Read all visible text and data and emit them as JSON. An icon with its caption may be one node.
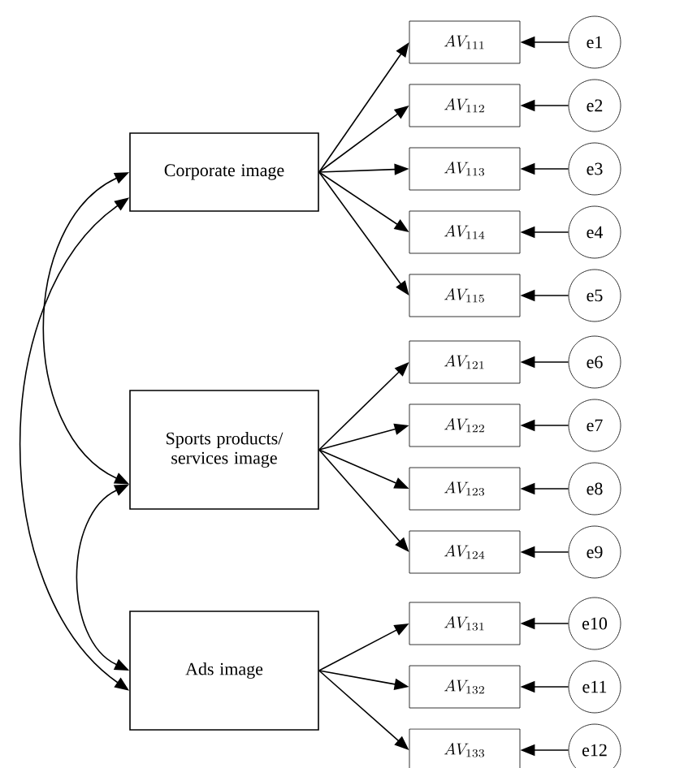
{
  "diagram": {
    "nodes": [
      {
        "text": [
          "Corporate image"
        ]
      },
      {
        "text": [
          "Sports products/ services image"
        ]
      },
      {
        "text": [
          "Ads image"
        ]
      },
      {
        "text": [
          "AV_{111}"
        ]
      },
      {
        "text": [
          "AV_{112}"
        ]
      },
      {
        "text": [
          "AV_{113}"
        ]
      },
      {
        "text": [
          "AV_{114}"
        ]
      },
      {
        "text": [
          "AV_{115}"
        ]
      },
      {
        "text": [
          "AV_{121}"
        ]
      },
      {
        "text": [
          "AV_{122}"
        ]
      },
      {
        "text": [
          "AV_{123}"
        ]
      },
      {
        "text": [
          "AV_{124}"
        ]
      },
      {
        "text": [
          "AV_{131}"
        ]
      },
      {
        "text": [
          "AV_{132}"
        ]
      },
      {
        "text": [
          "AV_{133}"
        ]
      },
      {
        "text": [
          "e1"
        ]
      },
      {
        "text": [
          "e2"
        ]
      },
      {
        "text": [
          "e3"
        ]
      },
      {
        "text": [
          "e4"
        ]
      },
      {
        "text": [
          "e5"
        ]
      },
      {
        "text": [
          "e6"
        ]
      },
      {
        "text": [
          "e7"
        ]
      },
      {
        "text": [
          "e8"
        ]
      },
      {
        "text": [
          "e9"
        ]
      },
      {
        "text": [
          "e10"
        ]
      },
      {
        "text": [
          "e11"
        ]
      },
      {
        "text": [
          "e12"
        ]
      }
    ],
    "edges": [
      {
        "from": 0,
        "to": 3,
        "arrow": "to"
      },
      {
        "from": 0,
        "to": 4,
        "arrow": "to"
      },
      {
        "from": 0,
        "to": 5,
        "arrow": "to"
      },
      {
        "from": 0,
        "to": 6,
        "arrow": "to"
      },
      {
        "from": 0,
        "to": 7,
        "arrow": "to"
      },
      {
        "from": 1,
        "to": 8,
        "arrow": "to"
      },
      {
        "from": 1,
        "to": 9,
        "arrow": "to"
      },
      {
        "from": 1,
        "to": 10,
        "arrow": "to"
      },
      {
        "from": 1,
        "to": 11,
        "arrow": "to"
      },
      {
        "from": 2,
        "to": 12,
        "arrow": "to"
      },
      {
        "from": 2,
        "to": 13,
        "arrow": "to"
      },
      {
        "from": 2,
        "to": 14,
        "arrow": "to"
      },
      {
        "from": 15,
        "to": 3,
        "arrow": "to"
      },
      {
        "from": 16,
        "to": 4,
        "arrow": "to"
      },
      {
        "from": 17,
        "to": 5,
        "arrow": "to"
      },
      {
        "from": 18,
        "to": 6,
        "arrow": "to"
      },
      {
        "from": 19,
        "to": 7,
        "arrow": "to"
      },
      {
        "from": 20,
        "to": 8,
        "arrow": "to"
      },
      {
        "from": 21,
        "to": 9,
        "arrow": "to"
      },
      {
        "from": 22,
        "to": 10,
        "arrow": "to"
      },
      {
        "from": 23,
        "to": 11,
        "arrow": "to"
      },
      {
        "from": 24,
        "to": 12,
        "arrow": "to"
      },
      {
        "from": 25,
        "to": 13,
        "arrow": "to"
      },
      {
        "from": 26,
        "to": 14,
        "arrow": "to"
      },
      {
        "from": 0,
        "to": 1,
        "arrow": "both"
      },
      {
        "from": 1,
        "to": 2,
        "arrow": "both"
      },
      {
        "from": 0,
        "to": 2,
        "arrow": "both"
      }
    ]
  }
}
